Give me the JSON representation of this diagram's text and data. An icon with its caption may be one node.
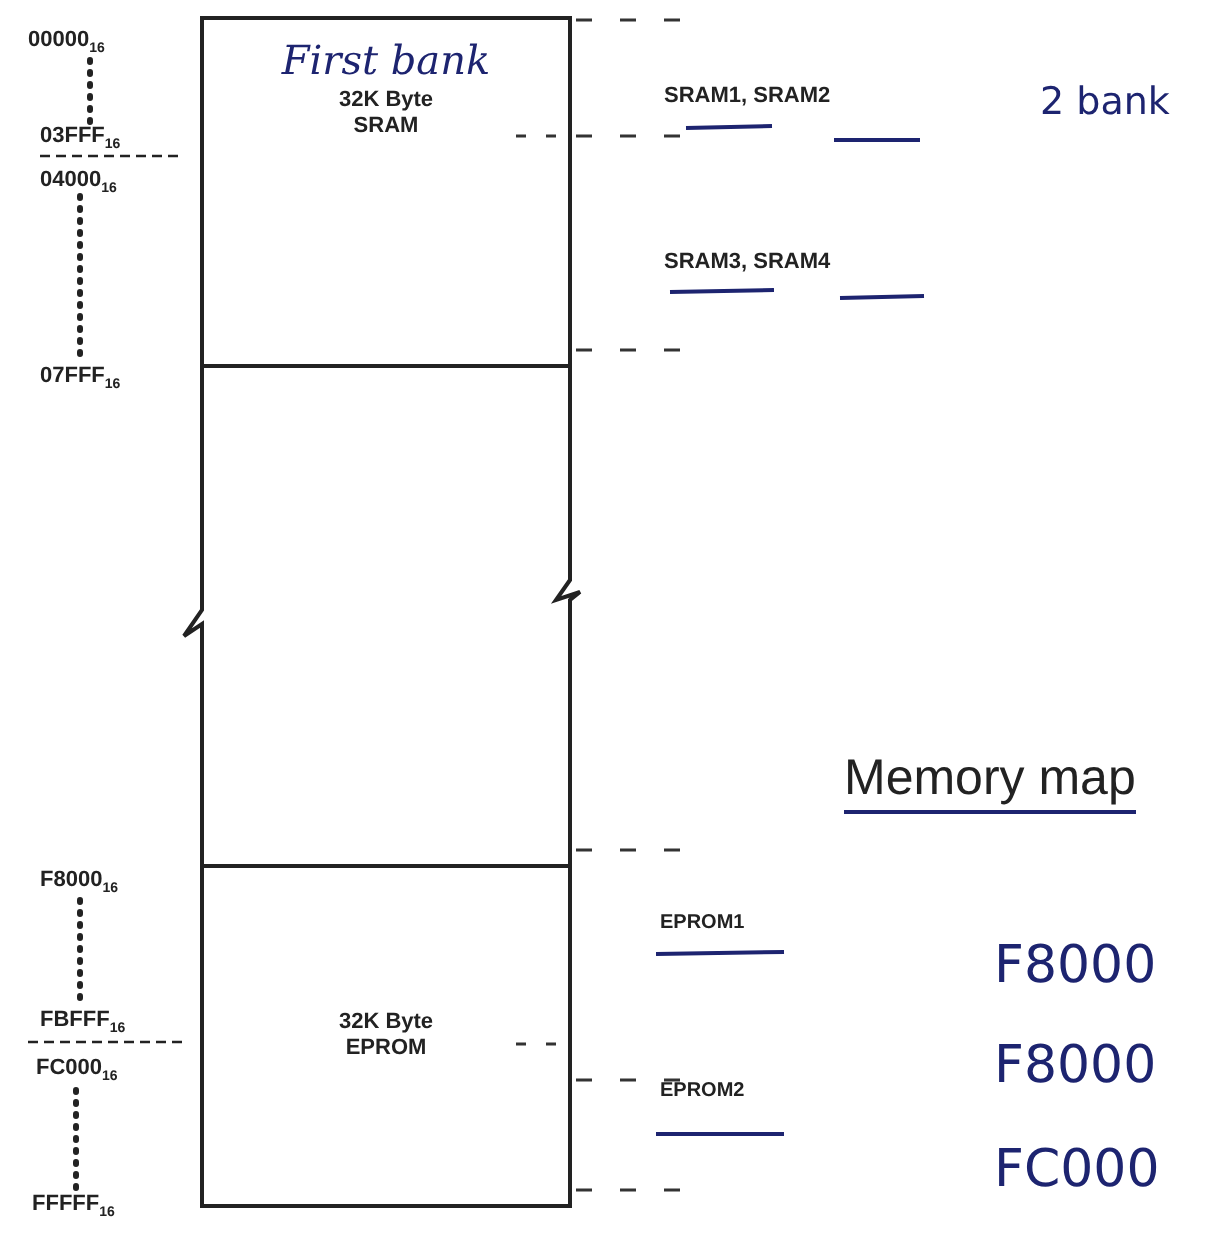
{
  "diagram": {
    "title": "Memory map",
    "nodes": [
      {
        "text": [
          "First bank",
          "32K Byte SRAM"
        ]
      },
      {
        "text": [
          "32K Byte EPROM"
        ]
      }
    ],
    "labels": [
      "00000$_{16}$",
      "03FFF$_{16}$",
      "04000$_{16}$",
      "07FFF$_{16}$",
      "F8000$_{16}$",
      "FBFFF$_{16}$",
      "FC000$_{16}$",
      "FFFFF$_{16}$",
      "SRAM1, SRAM2",
      "2 bank",
      "SRAM3, SRAM4",
      "EPROM1",
      "EPROM2",
      "F8000",
      "F8000",
      "FC000"
    ]
  }
}
